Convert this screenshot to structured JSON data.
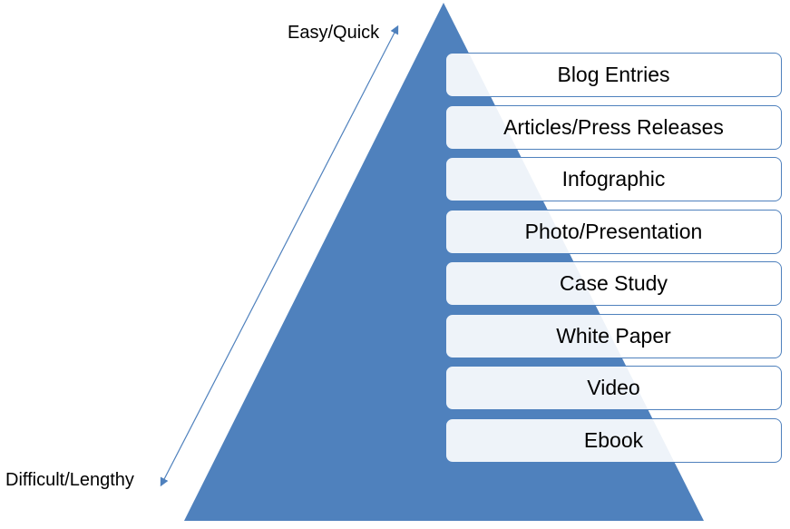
{
  "diagram": {
    "title": "Content difficulty pyramid",
    "colors": {
      "pyramid": "#4f81bd",
      "box_border": "#4f81bd",
      "box_fill": "#ffffff",
      "arrow": "#4f81bd"
    },
    "axis": {
      "top_label": "Easy/Quick",
      "bottom_label": "Difficult/Lengthy"
    },
    "levels": [
      {
        "label": "Blog Entries"
      },
      {
        "label": "Articles/Press Releases"
      },
      {
        "label": "Infographic"
      },
      {
        "label": "Photo/Presentation"
      },
      {
        "label": "Case Study"
      },
      {
        "label": "White Paper"
      },
      {
        "label": "Video"
      },
      {
        "label": "Ebook"
      }
    ]
  }
}
